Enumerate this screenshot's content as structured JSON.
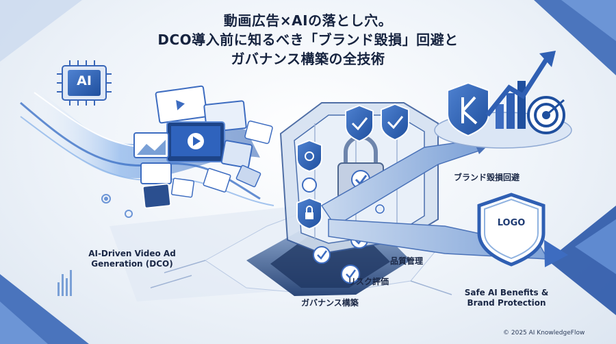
{
  "title": {
    "line1": "動画広告×AIの落とし穴。",
    "line2": "DCO導入前に知るべき「ブランド毀損」回避と",
    "line3": "ガバナンス構築の全技術"
  },
  "labels": {
    "dco_line1": "AI-Driven Video Ad",
    "dco_line2": "Generation (DCO)",
    "brand_avoid": "ブランド毀損回避",
    "quality": "品質管理",
    "risk": "リスク評価",
    "governance": "ガバナンス構築",
    "safe_line1": "Safe AI Benefits &",
    "safe_line2": "Brand Protection"
  },
  "chip_text": "AI",
  "logo_text": "LOGO",
  "copyright": "© 2025 AI KnowledgeFlow",
  "colors": {
    "primary": "#2f5fb3",
    "dark_navy": "#16233f",
    "light_blue": "#8fb2e0",
    "background": "#eef3f9"
  },
  "icons": [
    "ai-chip-icon",
    "video-play-icon",
    "padlock-icon",
    "check-shield-icon",
    "gear-icon",
    "target-icon",
    "growth-arrow-icon",
    "logo-shield-icon"
  ]
}
